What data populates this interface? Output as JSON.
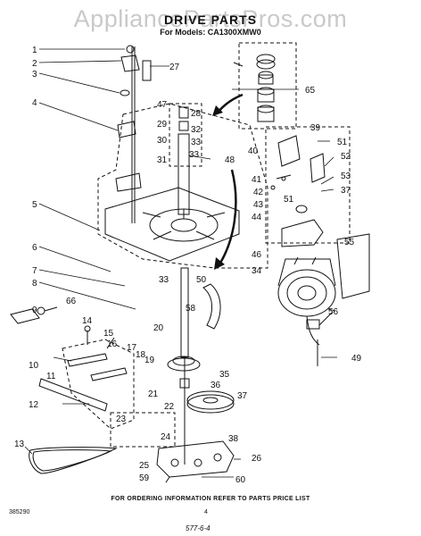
{
  "watermark": "AppliancePartsPros.com",
  "title": "DRIVE PARTS",
  "subtitle": "For Models: CA1300XMW0",
  "footer_note": "FOR ORDERING INFORMATION REFER TO PARTS PRICE LIST",
  "doc_number": "385290",
  "page_number": "4",
  "revision": "577-6-4",
  "callouts": [
    "1",
    "2",
    "3",
    "4",
    "5",
    "6",
    "7",
    "8",
    "9",
    "10",
    "11",
    "12",
    "13",
    "14",
    "15",
    "16",
    "17",
    "18",
    "19",
    "20",
    "21",
    "22",
    "23",
    "24",
    "25",
    "26",
    "27",
    "28",
    "29",
    "30",
    "31",
    "32",
    "33",
    "34",
    "35",
    "36",
    "37",
    "38",
    "39",
    "40",
    "41",
    "42",
    "43",
    "44",
    "46",
    "47",
    "48",
    "49",
    "50",
    "51",
    "52",
    "53",
    "55",
    "56",
    "58",
    "59",
    "60",
    "65",
    "66"
  ]
}
